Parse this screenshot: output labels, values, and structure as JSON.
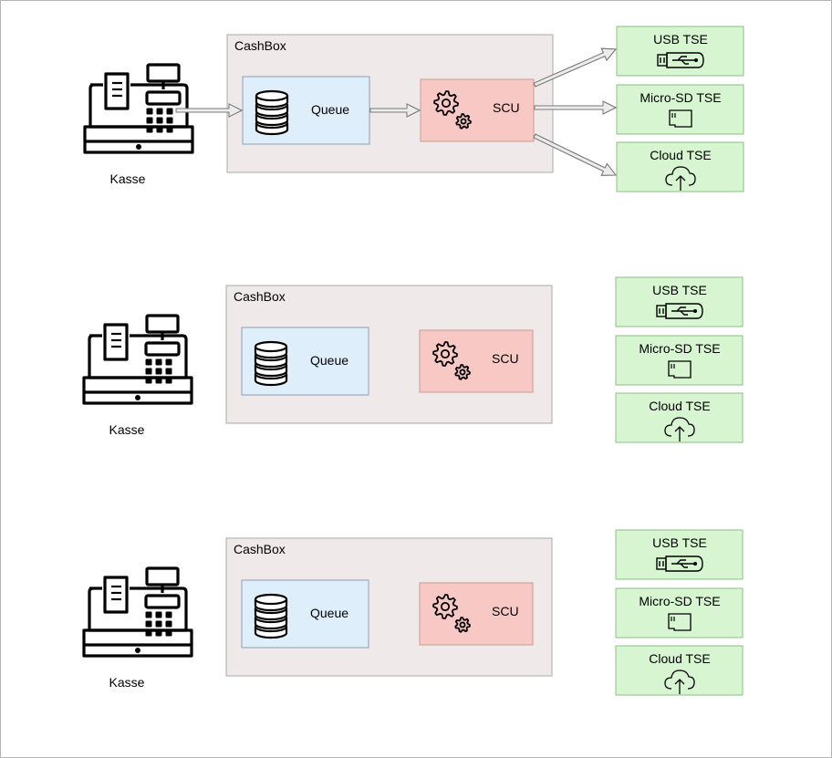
{
  "rows": [
    {
      "register_label": "Kasse",
      "cashbox_label": "CashBox",
      "queue_label": "Queue",
      "scu_label": "SCU",
      "tse": [
        {
          "label": "USB TSE",
          "icon": "usb-stick-icon"
        },
        {
          "label": "Micro-SD TSE",
          "icon": "sd-card-icon"
        },
        {
          "label": "Cloud TSE",
          "icon": "cloud-upload-icon"
        }
      ]
    },
    {
      "register_label": "Kasse",
      "cashbox_label": "CashBox",
      "queue_label": "Queue",
      "scu_label": "SCU",
      "tse": [
        {
          "label": "USB TSE",
          "icon": "usb-stick-icon"
        },
        {
          "label": "Micro-SD TSE",
          "icon": "sd-card-icon"
        },
        {
          "label": "Cloud TSE",
          "icon": "cloud-upload-icon"
        }
      ]
    },
    {
      "register_label": "Kasse",
      "cashbox_label": "CashBox",
      "queue_label": "Queue",
      "scu_label": "SCU",
      "tse": [
        {
          "label": "USB TSE",
          "icon": "usb-stick-icon"
        },
        {
          "label": "Micro-SD TSE",
          "icon": "sd-card-icon"
        },
        {
          "label": "Cloud TSE",
          "icon": "cloud-upload-icon"
        }
      ]
    }
  ],
  "colors": {
    "cashbox_fill": "#efe9e9",
    "cashbox_stroke": "#a9a9a9",
    "queue_fill": "#dfeefb",
    "queue_stroke": "#8f9fb0",
    "scu_fill": "#f8c9c4",
    "scu_stroke": "#c99a94",
    "tse_fill": "#d6f5d0",
    "tse_stroke": "#8cbf84",
    "arrow_fill": "#ececec",
    "arrow_stroke": "#7a7a7a"
  }
}
